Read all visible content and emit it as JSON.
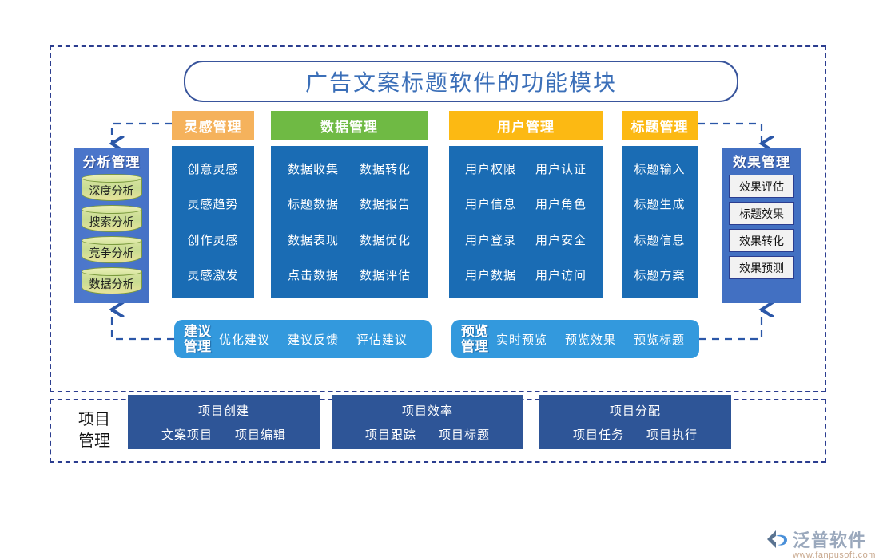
{
  "title": "广告文案标题软件的功能模块",
  "frames": {
    "top_name": "main-module-frame",
    "bottom_name": "project-frame"
  },
  "categories": [
    {
      "id": "inspiration",
      "label": "灵感管理",
      "color": "#F5B25C",
      "items": [
        "创意灵感",
        "灵感趋势",
        "创作灵感",
        "灵感激发"
      ]
    },
    {
      "id": "data",
      "label": "数据管理",
      "color": "#6FBA44",
      "items": [
        "数据收集",
        "数据转化",
        "标题数据",
        "数据报告",
        "数据表现",
        "数据优化",
        "点击数据",
        "数据评估"
      ]
    },
    {
      "id": "user",
      "label": "用户管理",
      "color": "#FCB913",
      "items": [
        "用户权限",
        "用户认证",
        "用户信息",
        "用户角色",
        "用户登录",
        "用户安全",
        "用户数据",
        "用户访问"
      ]
    },
    {
      "id": "heading",
      "label": "标题管理",
      "color": "#FCB913",
      "items": [
        "标题输入",
        "标题生成",
        "标题信息",
        "标题方案"
      ]
    }
  ],
  "analysis": {
    "title": "分析管理",
    "items": [
      "深度分析",
      "搜索分析",
      "竞争分析",
      "数据分析"
    ]
  },
  "effect": {
    "title": "效果管理",
    "items": [
      "效果评估",
      "标题效果",
      "效果转化",
      "效果预测"
    ]
  },
  "advice": {
    "title_line1": "建议",
    "title_line2": "管理",
    "items": [
      "优化建议",
      "建议反馈",
      "评估建议"
    ]
  },
  "preview": {
    "title_line1": "预览",
    "title_line2": "管理",
    "items": [
      "实时预览",
      "预览效果",
      "预览标题"
    ]
  },
  "project": {
    "label_line1": "项目",
    "label_line2": "管理",
    "cards": [
      {
        "head": "项目创建",
        "subs": [
          "文案项目",
          "项目编辑"
        ]
      },
      {
        "head": "项目效率",
        "subs": [
          "项目跟踪",
          "项目标题"
        ]
      },
      {
        "head": "项目分配",
        "subs": [
          "项目任务",
          "项目执行"
        ]
      }
    ]
  },
  "watermark": {
    "name": "泛普软件",
    "url": "www.fanpusoft.com"
  },
  "colors": {
    "panel_blue": "#1A6CB4",
    "side_blue": "#4270C2",
    "bar_blue": "#3399DD",
    "project_blue": "#2E5597",
    "dash_navy": "#2B3D8F",
    "title_blue": "#3B6FB8"
  }
}
